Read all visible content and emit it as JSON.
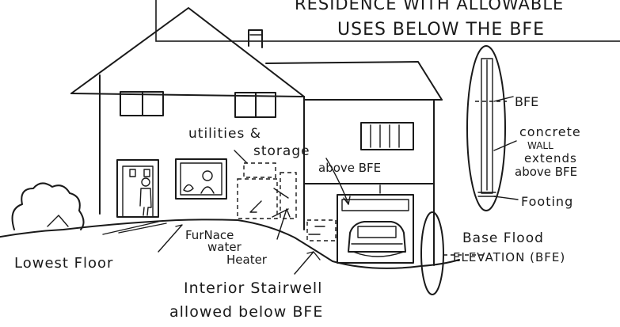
{
  "title": {
    "line1": "RESIDENCE WITH ALLOWABLE",
    "line2": "USES BELOW THE BFE"
  },
  "labels": {
    "utilities": "utilities &",
    "storage": "storage",
    "above_bfe": "above BFE",
    "furnace": "FurNace",
    "water": "water",
    "heater": "Heater",
    "lowest_floor": "Lowest Floor",
    "interior_stairwell": "Interior Stairwell",
    "allowed_below": "allowed below BFE",
    "base_flood": "Base Flood",
    "elevation_bfe": "ELEVATION (BFE)"
  },
  "detail": {
    "bfe": "BFE",
    "concrete": "concrete",
    "wall": "WALL",
    "extends": "extends",
    "above_bfe": "above BFE",
    "footing": "Footing"
  }
}
